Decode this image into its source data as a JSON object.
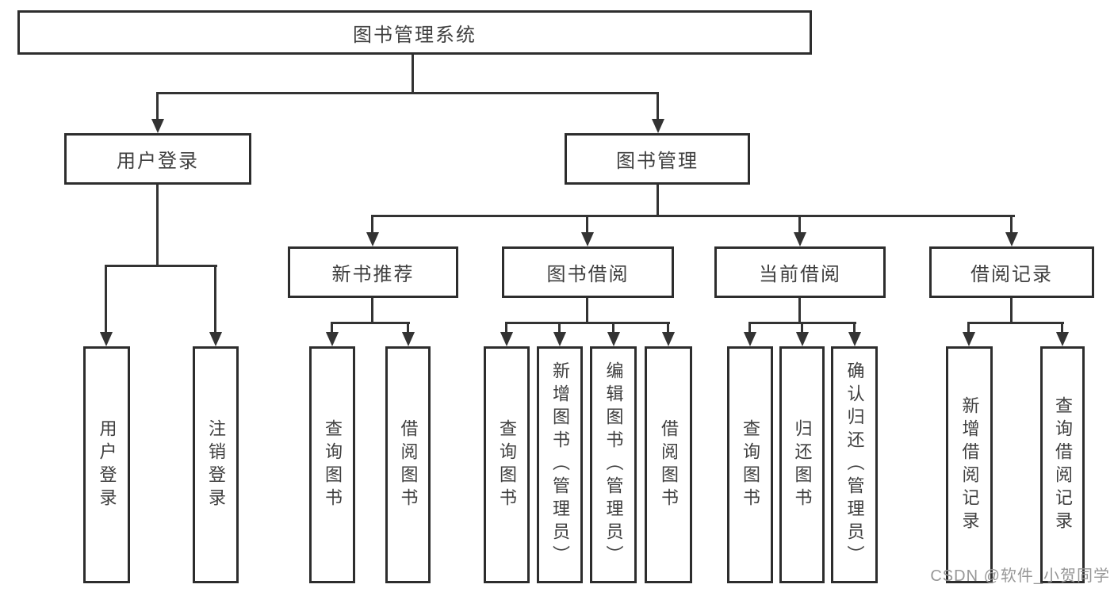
{
  "tree": {
    "root": "图书管理系统",
    "children": [
      {
        "label": "用户登录",
        "children": [
          {
            "label": "用户登录"
          },
          {
            "label": "注销登录"
          }
        ]
      },
      {
        "label": "图书管理",
        "children": [
          {
            "label": "新书推荐",
            "children": [
              {
                "label": "查询图书"
              },
              {
                "label": "借阅图书"
              }
            ]
          },
          {
            "label": "图书借阅",
            "children": [
              {
                "label": "查询图书"
              },
              {
                "label": "新增图书（管理员）"
              },
              {
                "label": "编辑图书（管理员）"
              },
              {
                "label": "借阅图书"
              }
            ]
          },
          {
            "label": "当前借阅",
            "children": [
              {
                "label": "查询图书"
              },
              {
                "label": "归还图书"
              },
              {
                "label": "确认归还（管理员）"
              }
            ]
          },
          {
            "label": "借阅记录",
            "children": [
              {
                "label": "新增借阅记录"
              },
              {
                "label": "查询借阅记录"
              }
            ]
          }
        ]
      }
    ]
  },
  "watermark": "CSDN @软件_小贺同学",
  "colors": {
    "line": "#333333",
    "box_border": "#2d2d2d",
    "text": "#3f3f3f",
    "watermark": "#979797",
    "background": "#ffffff"
  }
}
